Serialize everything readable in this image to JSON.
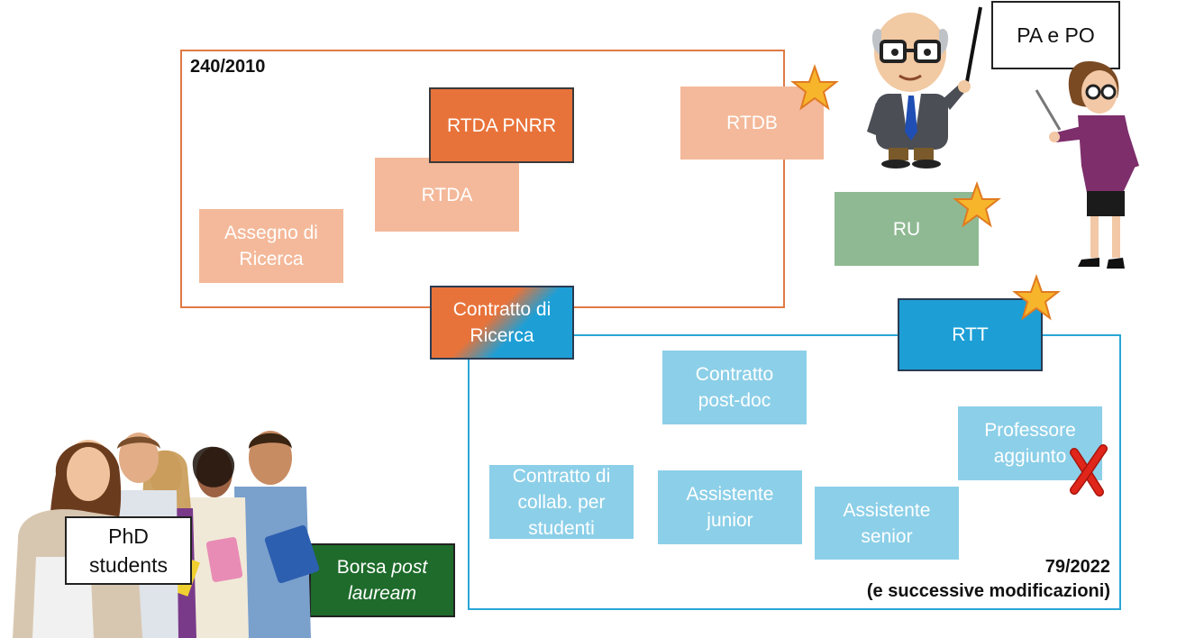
{
  "laws": {
    "l240": "240/2010",
    "l79_line1": "79/2022",
    "l79_line2": "(e successive modificazioni)"
  },
  "boxes": {
    "rtda_pnrr": "RTDA PNRR",
    "rtdb": "RTDB",
    "rtda": "RTDA",
    "assegno": [
      "Assegno di",
      "Ricerca"
    ],
    "ru": "RU",
    "contratto_ricerca": [
      "Contratto di",
      "Ricerca"
    ],
    "rtt": "RTT",
    "postdoc": [
      "Contratto",
      "post-doc"
    ],
    "prof_aggiunto": [
      "Professore",
      "aggiunto"
    ],
    "collab": [
      "Contratto di",
      "collab. per",
      "studenti"
    ],
    "ass_junior": [
      "Assistente",
      "junior"
    ],
    "ass_senior": [
      "Assistente",
      "senior"
    ],
    "borsa": {
      "prefix": "Borsa ",
      "italic1": "post",
      "italic2": "lauream"
    }
  },
  "callouts": {
    "pa_po": "PA e PO",
    "phd": [
      "PhD",
      "students"
    ]
  },
  "colors": {
    "orange": "#e8733a",
    "light_orange": "#f4b99a",
    "blue": "#1d9fd6",
    "light_blue": "#8ccfe8",
    "green": "#8fb992",
    "dark_green": "#1e6b2b",
    "star": "#f7b52c",
    "cross": "#e0261b"
  }
}
